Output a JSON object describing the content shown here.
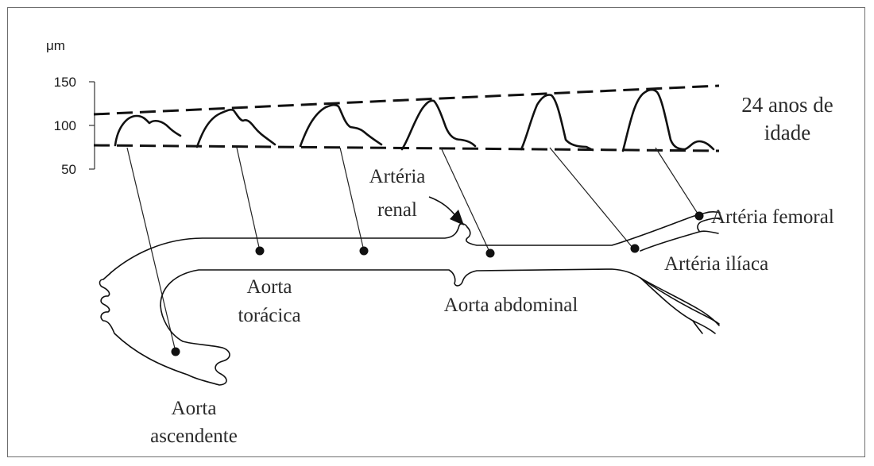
{
  "y_axis": {
    "unit": "μm",
    "ticks": [
      "150",
      "100",
      "50"
    ]
  },
  "age_label": {
    "line1": "24 anos de",
    "line2": "idade"
  },
  "labels": {
    "renal_line1": "Artéria",
    "renal_line2": "renal",
    "femoral": "Artéria femoral",
    "iliac": "Artéria ilíaca",
    "thoracic_line1": "Aorta",
    "thoracic_line2": "torácica",
    "abdominal": "Aorta abdominal",
    "ascending_line1": "Aorta",
    "ascending_line2": "ascendente"
  }
}
